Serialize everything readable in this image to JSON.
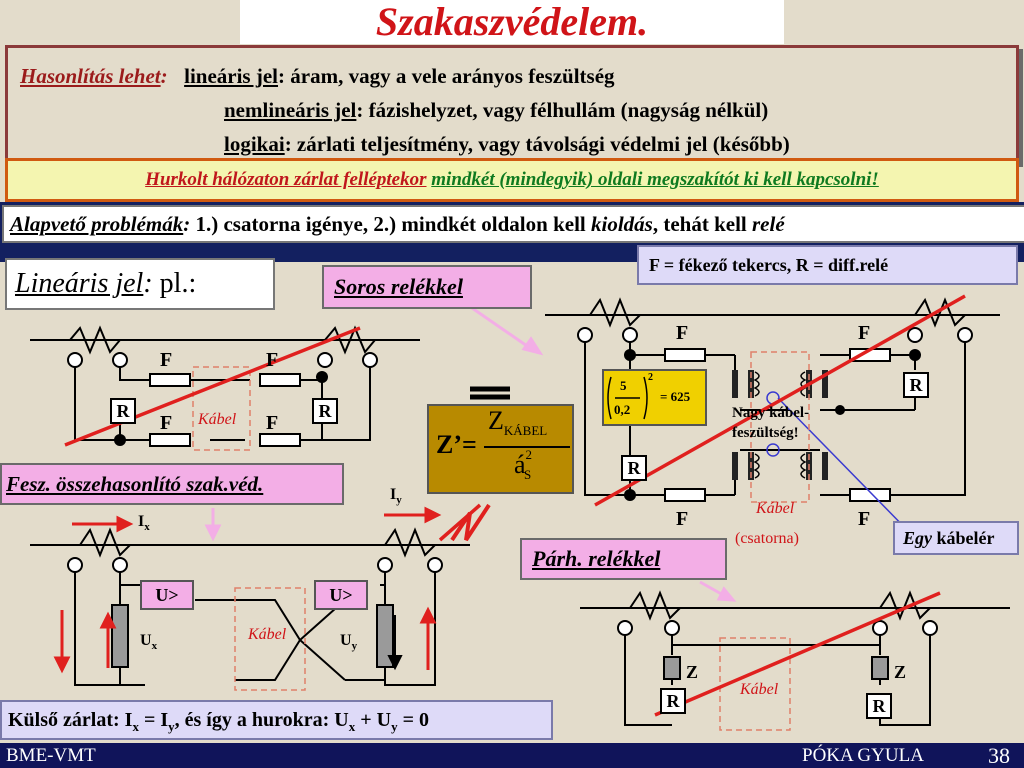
{
  "title": "Szakaszvédelem.",
  "header": {
    "label": "Hasonlítás lehet",
    "line1_key": "lineáris jel",
    "line1_rest": ": áram, vagy a vele arányos feszültség",
    "line2_key": "nemlineáris jel",
    "line2_rest": ":  fázishelyzet, vagy félhullám (nagyság nélkül)",
    "line3_key": "logikai",
    "line3_rest": ":  zárlati teljesítmény, vagy távolsági védelmi jel (később)"
  },
  "loop_note": {
    "part1": "Hurkolt hálózaton zárlat felléptekor",
    "part2": "mindkét (mindegyik) oldali megszakítót ki kell kapcsolni!"
  },
  "problems": {
    "label": "Alapvető problémák",
    "text_a": " 1.) csatorna igénye, 2.) mindkét oldalon kell ",
    "kioldas": "kioldás",
    "text_b": ", tehát kell ",
    "rele": "relé"
  },
  "linear_signal": {
    "label": "Lineáris jel",
    "suffix": " pl.:"
  },
  "legend_fr": "F = fékező tekercs, R = diff.relé",
  "soros": "Soros relékkel",
  "fesz": "Fesz. összehasonlító szak.véd.",
  "parh": "Párh. relékkel",
  "egy_kabeler": {
    "italic": "Egy",
    "rest": " kábelér"
  },
  "diagram_labels": {
    "F": "F",
    "R": "R",
    "Z": "Z",
    "kabel": "Kábel",
    "csatorna": "(csatorna)",
    "nagy_kabel_1": "Nagy kábel-",
    "nagy_kabel_2": "feszültség!",
    "u_gt": "U>",
    "Ix": "I",
    "Ix_sub": "x",
    "Iy": "I",
    "Iy_sub": "y",
    "Ux": "U",
    "Ux_sub": "x",
    "Uy": "U",
    "Uy_sub": "y"
  },
  "formula": {
    "lhs": "Z’=",
    "num": "Z",
    "num_sub": "KÁBEL",
    "den": "á",
    "den_sup": "2",
    "den_sub": "S",
    "small_num": "5",
    "small_den": "0,2",
    "small_exp": "2",
    "small_eq": "= 625"
  },
  "outer_fault": {
    "text": "Külső zárlat: I",
    "x": "x",
    "eq": " = I",
    "y": "y",
    "tail": ", és így a hurokra: U",
    "x2": "x",
    "plus": " + U",
    "y2": "y",
    "end": " = 0"
  },
  "footer": {
    "left": "BME-VMT",
    "right": "PÓKA GYULA",
    "page": "38"
  },
  "colors": {
    "title": "#d01418",
    "pink_box": "#f3aee6",
    "diagonal": "#e0201e",
    "navy": "#132060"
  }
}
